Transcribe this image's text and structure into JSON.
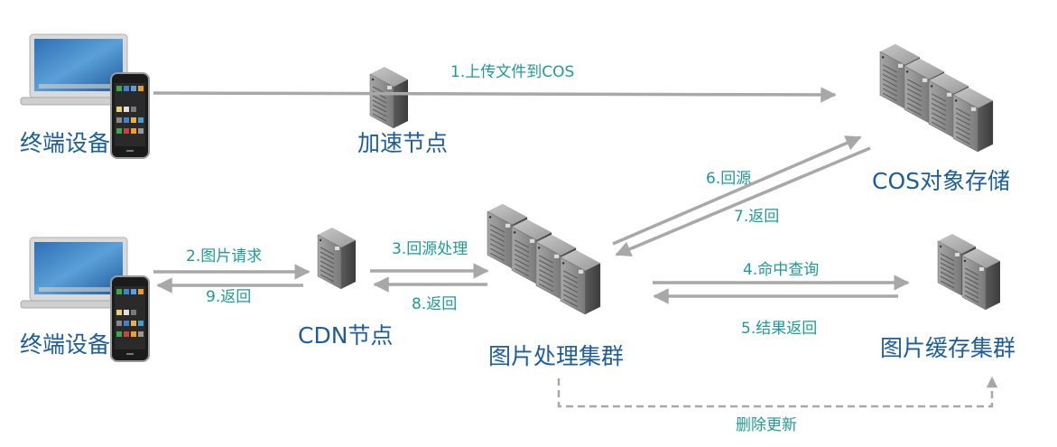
{
  "colors": {
    "node_label": "#1d5d99",
    "edge_label": "#1f9a96",
    "arrow": "#a8a8a8",
    "server_front": "#8e8e8e",
    "server_side": "#4a4a4a",
    "server_top": "#b4b4b4"
  },
  "nodes": {
    "terminal_top": {
      "label": "终端设备",
      "icon": "laptop-phone-icon"
    },
    "accel": {
      "label": "加速节点",
      "icon": "server-icon"
    },
    "cos": {
      "label": "COS对象存储",
      "icon": "server-cluster-icon"
    },
    "terminal_bottom": {
      "label": "终端设备",
      "icon": "laptop-phone-icon"
    },
    "cdn": {
      "label": "CDN节点",
      "icon": "server-icon"
    },
    "img_proc": {
      "label": "图片处理集群",
      "icon": "server-cluster-icon"
    },
    "img_cache": {
      "label": "图片缓存集群",
      "icon": "server-cluster-icon"
    }
  },
  "edges": [
    {
      "id": "e1",
      "from": "terminal_top",
      "to": "cos",
      "label": "1.上传文件到COS",
      "style": "solid"
    },
    {
      "id": "e2",
      "from": "terminal_bottom",
      "to": "cdn",
      "label": "2.图片请求",
      "style": "solid"
    },
    {
      "id": "e3",
      "from": "cdn",
      "to": "img_proc",
      "label": "3.回源处理",
      "style": "solid"
    },
    {
      "id": "e4",
      "from": "img_proc",
      "to": "img_cache",
      "label": "4.命中查询",
      "style": "solid"
    },
    {
      "id": "e5",
      "from": "img_cache",
      "to": "img_proc",
      "label": "5.结果返回",
      "style": "solid"
    },
    {
      "id": "e6",
      "from": "img_proc",
      "to": "cos",
      "label": "6.回源",
      "style": "solid"
    },
    {
      "id": "e7",
      "from": "cos",
      "to": "img_proc",
      "label": "7.返回",
      "style": "solid"
    },
    {
      "id": "e8",
      "from": "img_proc",
      "to": "cdn",
      "label": "8.返回",
      "style": "solid"
    },
    {
      "id": "e9",
      "from": "cdn",
      "to": "terminal_bottom",
      "label": "9.返回",
      "style": "solid"
    },
    {
      "id": "e10",
      "from": "img_proc",
      "to": "img_cache",
      "label": "删除更新",
      "style": "dashed"
    }
  ]
}
